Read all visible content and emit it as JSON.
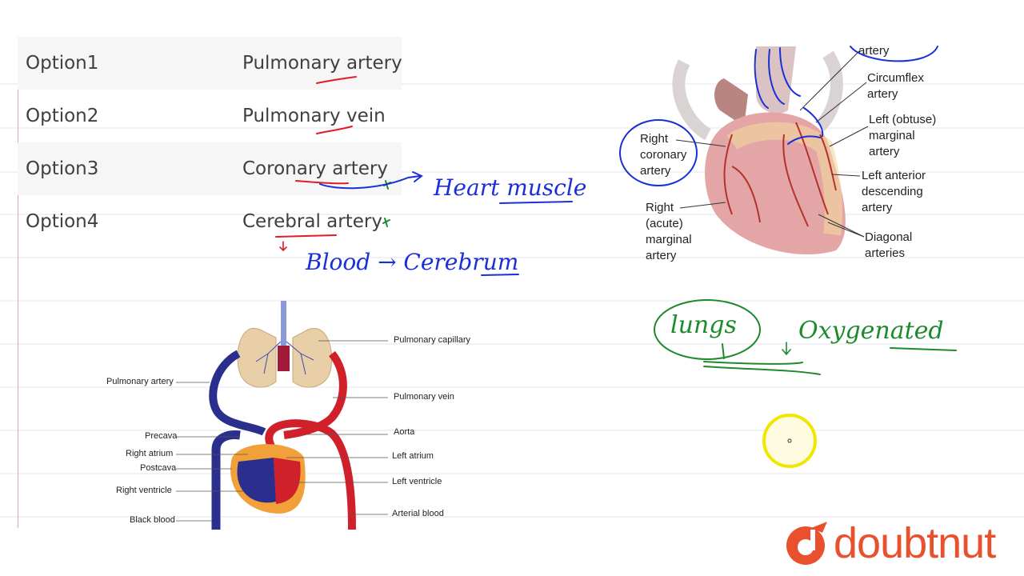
{
  "options": [
    {
      "label": "Option1",
      "answer": "Pulmonary artery"
    },
    {
      "label": "Option2",
      "answer": "Pulmonary vein"
    },
    {
      "label": "Option3",
      "answer": "Coronary artery"
    },
    {
      "label": "Option4",
      "answer": "Cerebral artery"
    }
  ],
  "annotations": {
    "heart_muscle": "Heart muscle",
    "blood_cerebrum": "Blood → Cerebrum",
    "lungs": "lungs",
    "oxygenated": "Oxygenated"
  },
  "circulation_diagram": {
    "labels_left": [
      "Pulmonary artery",
      "Precava",
      "Right atrium",
      "Postcava",
      "Right ventricle",
      "Black blood"
    ],
    "labels_right": [
      "Pulmonary capillary",
      "Pulmonary vein",
      "Aorta",
      "Left atrium",
      "Left ventricle",
      "Arterial blood"
    ]
  },
  "coronary_diagram": {
    "labels": {
      "artery_top": "artery",
      "circumflex": "Circumflex artery",
      "left_obtuse": "Left (obtuse) marginal artery",
      "right_coronary": "Right coronary artery",
      "lad": "Left anterior descending artery",
      "right_acute": "Right (acute) marginal artery",
      "diagonal": "Diagonal arteries"
    }
  },
  "brand": {
    "name": "doubtnut"
  },
  "colors": {
    "pen_blue": "#1a2fd6",
    "pen_red": "#e01b2a",
    "pen_green": "#1d8a2c",
    "brand": "#e8502e",
    "cursor": "#f2e600"
  }
}
